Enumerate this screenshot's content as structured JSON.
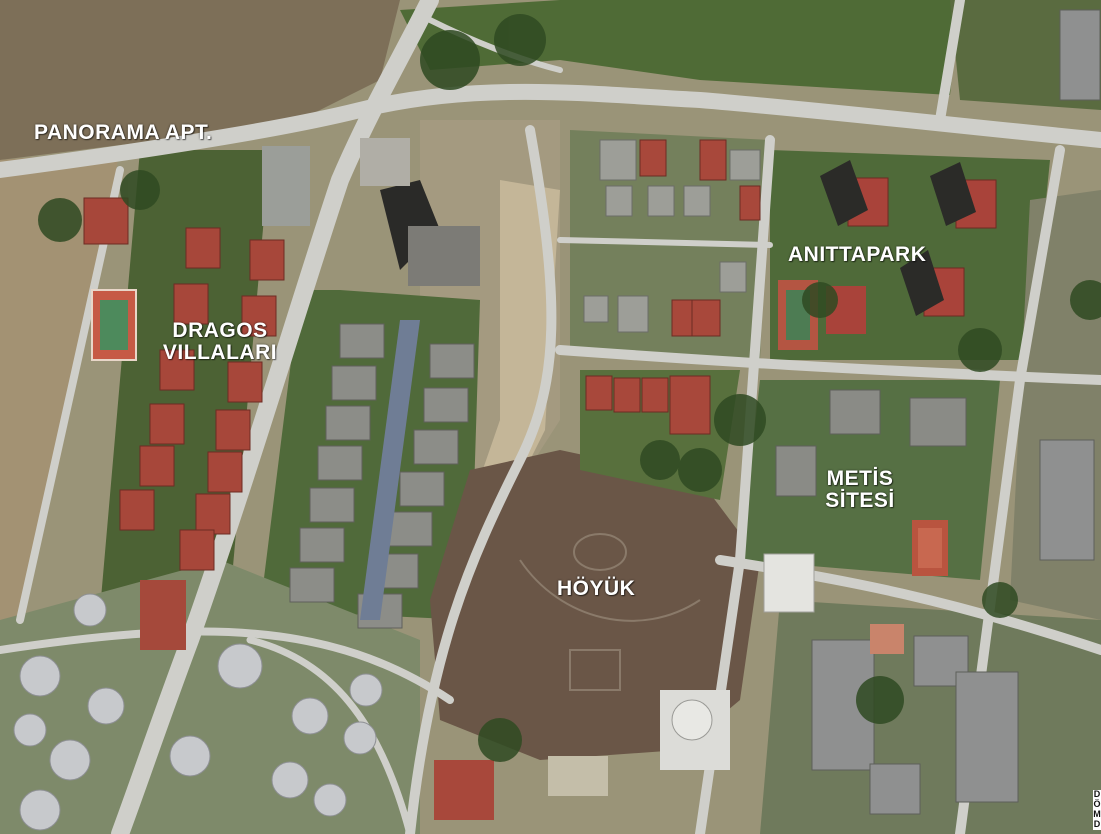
{
  "map": {
    "labels": {
      "panorama": "PANORAMA APT.",
      "dragos_line1": "DRAGOS",
      "dragos_line2": "VILLALARI",
      "anittapark": "ANITTAPARK",
      "metis_line1": "METİS",
      "metis_line2": "SİTESİ",
      "hoyuk": "HÖYÜK"
    },
    "edge_fragment": [
      "D",
      "Ö",
      "M",
      "D"
    ],
    "colors": {
      "label_text": "#ffffff",
      "label_dark": "#111111",
      "road": "#c9c9c4",
      "vegetation": "#3d5a2a",
      "bare_soil": "#8b7d62",
      "mound": "#6b5a4a",
      "roof_red": "#a8473a",
      "roof_grey": "#8f9191"
    }
  }
}
